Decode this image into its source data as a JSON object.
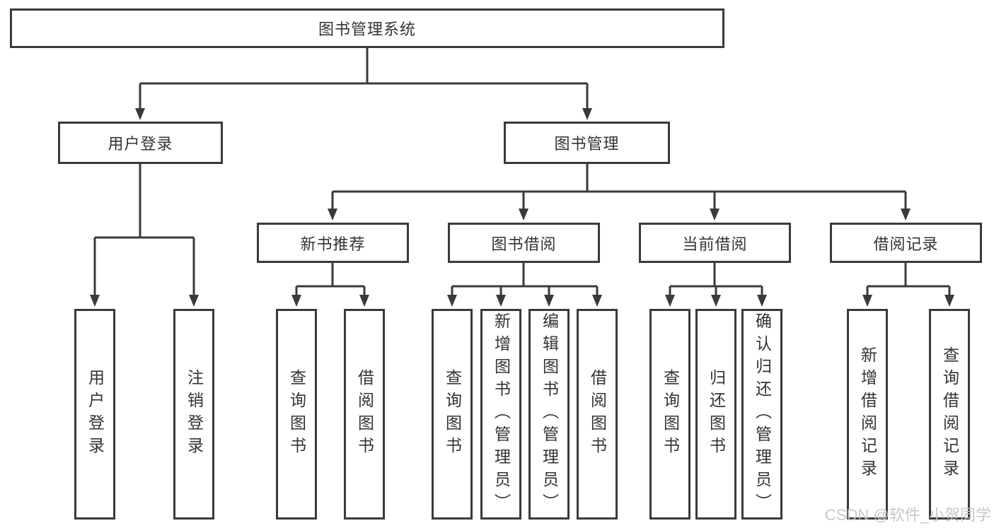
{
  "diagram": {
    "type": "hierarchy-tree",
    "watermark": "CSDN @软件_小贺同学",
    "colors": {
      "line": "#3a3a3a",
      "text": "#333333",
      "box_bg": "#ffffff",
      "page_bg": "#ffffff",
      "watermark": "#c4c4c4"
    }
  },
  "nodes": {
    "root": {
      "label": "图书管理系统"
    },
    "user_login": {
      "label": "用户登录"
    },
    "book_management": {
      "label": "图书管理"
    },
    "new_book_recommend": {
      "label": "新书推荐"
    },
    "book_borrowing": {
      "label": "图书借阅"
    },
    "current_borrowing": {
      "label": "当前借阅"
    },
    "borrowing_records": {
      "label": "借阅记录"
    },
    "leaf_user_login": {
      "label": "用户登录"
    },
    "leaf_logout": {
      "label": "注销登录"
    },
    "leaf_query_books_recommend": {
      "label": "查询图书"
    },
    "leaf_borrow_books_recommend": {
      "label": "借阅图书"
    },
    "leaf_query_books_borrowing": {
      "label": "查询图书"
    },
    "leaf_add_books_admin": {
      "label": "新增图书（管理员）"
    },
    "leaf_edit_books_admin": {
      "label": "编辑图书（管理员）"
    },
    "leaf_borrow_books_borrowing": {
      "label": "借阅图书"
    },
    "leaf_query_books_current": {
      "label": "查询图书"
    },
    "leaf_return_books": {
      "label": "归还图书"
    },
    "leaf_confirm_return_admin": {
      "label": "确认归还（管理员）"
    },
    "leaf_add_borrow_record": {
      "label": "新增借阅记录"
    },
    "leaf_query_borrow_record": {
      "label": "查询借阅记录"
    }
  },
  "hierarchy": {
    "图书管理系统": {
      "用户登录": [
        "用户登录",
        "注销登录"
      ],
      "图书管理": {
        "新书推荐": [
          "查询图书",
          "借阅图书"
        ],
        "图书借阅": [
          "查询图书",
          "新增图书（管理员）",
          "编辑图书（管理员）",
          "借阅图书"
        ],
        "当前借阅": [
          "查询图书",
          "归还图书",
          "确认归还（管理员）"
        ],
        "借阅记录": [
          "新增借阅记录",
          "查询借阅记录"
        ]
      }
    }
  }
}
